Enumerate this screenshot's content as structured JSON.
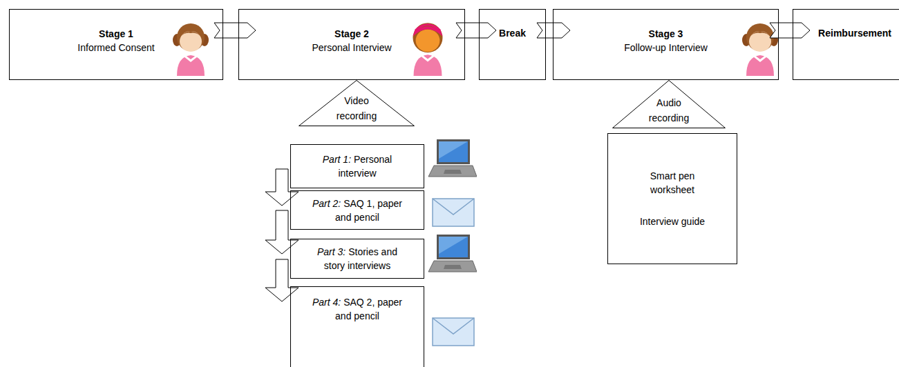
{
  "diagram": {
    "nodes": [
      {
        "text": [
          "Stage 1",
          "Informed Consent"
        ]
      },
      {
        "text": [
          "Stage 2",
          "Personal Interview"
        ]
      },
      {
        "text": [
          "Break"
        ]
      },
      {
        "text": [
          "Stage 3",
          "Follow-up Interview"
        ]
      },
      {
        "text": [
          "Reimbursement"
        ]
      },
      {
        "text": [
          "Video recording"
        ]
      },
      {
        "text": [
          "Part 1:",
          "Personal interview"
        ]
      },
      {
        "text": [
          "Part 2:",
          "SAQ 1, paper and pencil"
        ]
      },
      {
        "text": [
          "Part 3:",
          "Stories and story interviews"
        ]
      },
      {
        "text": [
          "Part 4:",
          "SAQ 2, paper and pencil"
        ]
      },
      {
        "text": [
          "Audio recording"
        ]
      },
      {
        "text": [
          "Smart pen worksheet",
          "Interview guide"
        ]
      }
    ],
    "edges": [
      {
        "from": 0,
        "to": 1,
        "arrow": "to"
      },
      {
        "from": 1,
        "to": 2,
        "arrow": "to"
      },
      {
        "from": 2,
        "to": 3,
        "arrow": "to"
      },
      {
        "from": 3,
        "to": 4,
        "arrow": "to"
      },
      {
        "from": 6,
        "to": 7,
        "arrow": "to"
      },
      {
        "from": 7,
        "to": 8,
        "arrow": "to"
      },
      {
        "from": 8,
        "to": 9,
        "arrow": "to"
      }
    ]
  }
}
